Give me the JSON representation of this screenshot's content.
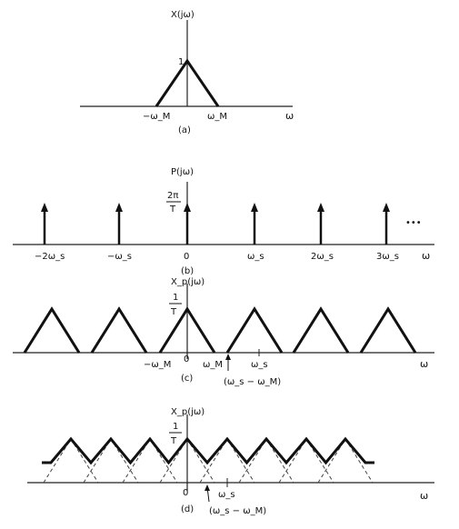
{
  "panel_a": {
    "ylabel": "X(jω)",
    "peak_label": "1",
    "tick_labels": [
      "−ω_M",
      "ω_M"
    ],
    "xlabel": "ω",
    "caption": "(a)"
  },
  "panel_b": {
    "ylabel": "P(jω)",
    "amplitude_num": "2π",
    "amplitude_den": "T",
    "tick_labels": [
      "−2ω_s",
      "−ω_s",
      "0",
      "ω_s",
      "2ω_s",
      "3ω_s"
    ],
    "ellipsis": "•••",
    "xlabel": "ω",
    "caption": "(b)"
  },
  "panel_c": {
    "ylabel": "X_p(jω)",
    "amp_num": "1",
    "amp_den": "T",
    "tick_labels": [
      "−ω_M",
      "0",
      "ω_M",
      "ω_s"
    ],
    "arrow_label": "(ω_s − ω_M)",
    "xlabel": "ω",
    "caption": "(c)"
  },
  "panel_d": {
    "ylabel": "X_p(jω)",
    "amp_num": "1",
    "amp_den": "T",
    "tick_labels": [
      "0",
      "ω_s"
    ],
    "arrow_label": "(ω_s − ω_M)",
    "xlabel": "ω",
    "caption": "(d)"
  }
}
